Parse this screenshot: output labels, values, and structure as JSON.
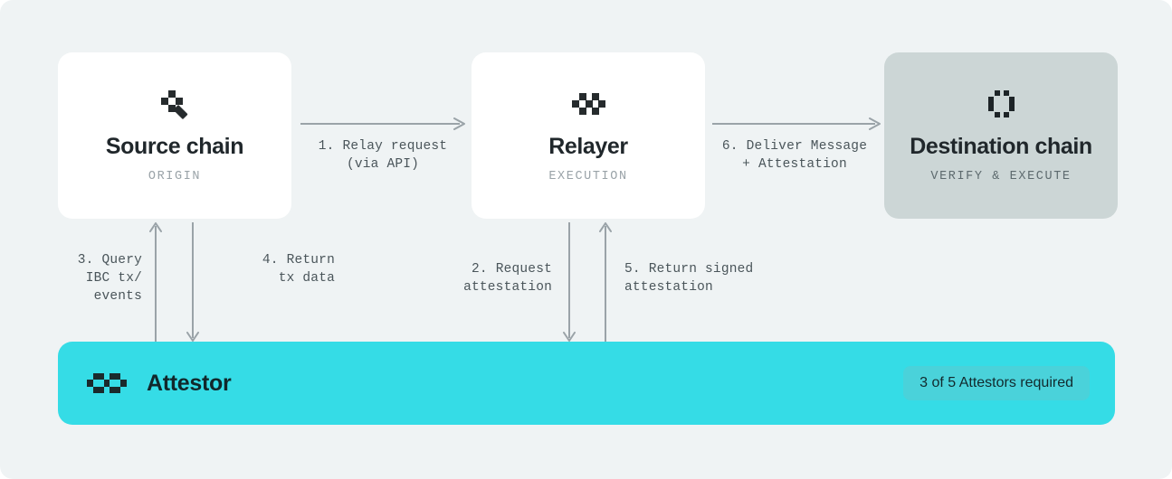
{
  "diagram": {
    "background_color": "#eff3f4",
    "accent_color": "#35dce6",
    "arrow_color": "#9aa3a8",
    "nodes": [
      {
        "id": "source-chain",
        "icon": "wand-sparkle-pixel-icon",
        "title": "Source chain",
        "subtitle": "ORIGIN",
        "style": "light"
      },
      {
        "id": "relayer",
        "icon": "checkerboard-pixel-icon",
        "title": "Relayer",
        "subtitle": "EXECUTION",
        "style": "light"
      },
      {
        "id": "destination-chain",
        "icon": "brackets-pixel-icon",
        "title": "Destination chain",
        "subtitle": "VERIFY & EXECUTE",
        "style": "muted"
      }
    ],
    "flows": [
      {
        "step": "1",
        "label_line1": "1. Relay request",
        "label_line2": "(via API)",
        "from": "source-chain",
        "to": "relayer",
        "direction": "right"
      },
      {
        "step": "2",
        "label_line1": "2. Request",
        "label_line2": "attestation",
        "from": "relayer",
        "to": "attestor",
        "direction": "down"
      },
      {
        "step": "3",
        "label_line1": "3. Query",
        "label_line2": "IBC tx/",
        "label_line3": "events",
        "from": "attestor",
        "to": "source-chain",
        "direction": "up"
      },
      {
        "step": "4",
        "label_line1": "4. Return",
        "label_line2": "tx data",
        "from": "source-chain",
        "to": "attestor",
        "direction": "down"
      },
      {
        "step": "5",
        "label_line1": "5. Return signed",
        "label_line2": "attestation",
        "from": "attestor",
        "to": "relayer",
        "direction": "up"
      },
      {
        "step": "6",
        "label_line1": "6. Deliver Message",
        "label_line2": "+ Attestation",
        "from": "relayer",
        "to": "destination-chain",
        "direction": "right"
      }
    ],
    "attestor": {
      "icon": "attestor-pixel-icon",
      "title": "Attestor",
      "badge": "3 of 5 Attestors required"
    }
  }
}
